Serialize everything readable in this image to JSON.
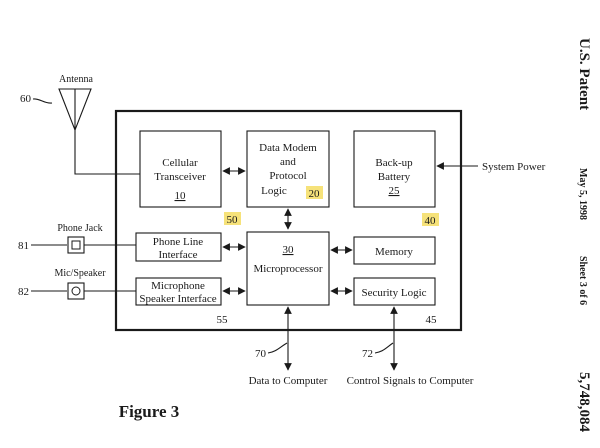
{
  "header": {
    "patent_label": "U.S. Patent",
    "date": "May 5, 1998",
    "sheet": "Sheet 3 of 6",
    "patent_number": "5,748,084"
  },
  "figure": {
    "caption": "Figure 3"
  },
  "antenna": {
    "label": "Antenna",
    "ref": "60"
  },
  "blocks": {
    "cellular_transceiver": {
      "line1": "Cellular",
      "line2": "Transceiver",
      "ref": "10"
    },
    "data_modem": {
      "line1": "Data Modem",
      "line2": "and",
      "line3": "Protocol",
      "line4": "Logic",
      "ref": "20"
    },
    "backup_battery": {
      "line1": "Back-up",
      "line2": "Battery",
      "ref": "25"
    },
    "phone_line_interface": {
      "line1": "Phone Line",
      "line2": "Interface"
    },
    "microprocessor": {
      "ref": "30",
      "label": "Microprocessor"
    },
    "memory": {
      "label": "Memory"
    },
    "mic_speaker_interface": {
      "line1": "Microphone",
      "line2": "Speaker Interface"
    },
    "security_logic": {
      "label": "Security Logic"
    }
  },
  "refs": {
    "r50": "50",
    "r40": "40",
    "r55": "55",
    "r45": "45",
    "r70": "70",
    "r72": "72"
  },
  "ports": {
    "phone_jack": {
      "label": "Phone Jack",
      "ref": "81"
    },
    "mic_speaker": {
      "label": "Mic/Speaker",
      "ref": "82"
    }
  },
  "signals": {
    "system_power": "System Power",
    "data_to_computer": "Data to Computer",
    "control_signals": "Control Signals to Computer"
  }
}
